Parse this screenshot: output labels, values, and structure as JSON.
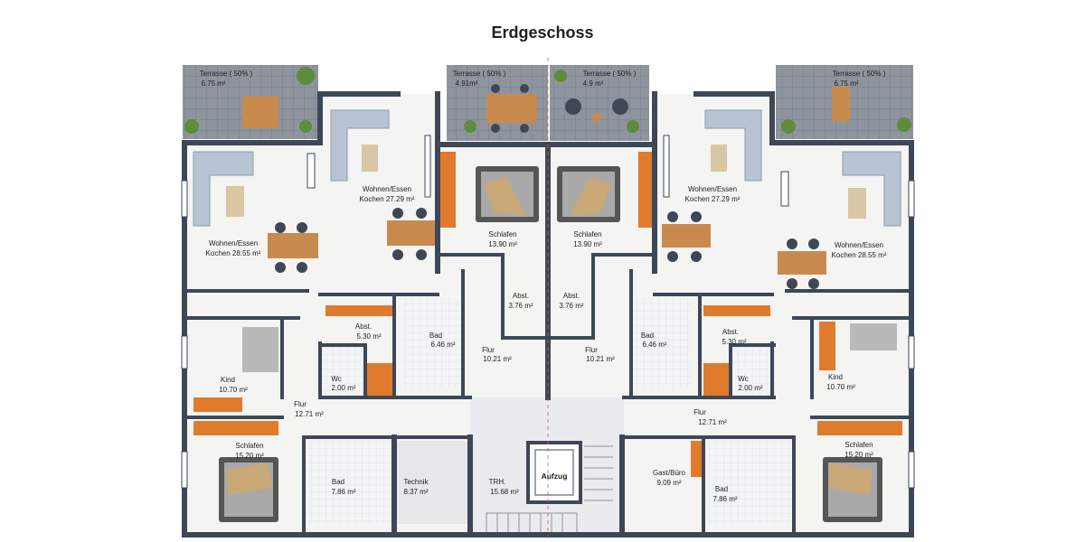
{
  "title": "Erdgeschoss",
  "rooms": [
    {
      "name": "Terrasse ( 50% )",
      "area": "6.75 m²"
    },
    {
      "name": "Terrasse ( 50% )",
      "area": "4.91m²"
    },
    {
      "name": "Terrasse ( 50% )",
      "area": "4.9 m²"
    },
    {
      "name": "Terrasse ( 50% )",
      "area": "6.75 m²"
    },
    {
      "name": "Wohnen/Essen",
      "area": "Kochen 28.55 m²"
    },
    {
      "name": "Wohnen/Essen",
      "area": "Kochen 27.29 m²"
    },
    {
      "name": "Schlafen",
      "area": "13.90 m²"
    },
    {
      "name": "Schlafen",
      "area": "13.90 m²"
    },
    {
      "name": "Wohnen/Essen",
      "area": "Kochen 27.29 m²"
    },
    {
      "name": "Wohnen/Essen",
      "area": "Kochen 28.55 m²"
    },
    {
      "name": "Abst.",
      "area": "3.76 m²"
    },
    {
      "name": "Abst.",
      "area": "3.76 m²"
    },
    {
      "name": "Abst.",
      "area": "5.30 m²"
    },
    {
      "name": "Abst.",
      "area": "5.30 m²"
    },
    {
      "name": "Bad",
      "area": "6.46 m²"
    },
    {
      "name": "Bad",
      "area": "6.46 m²"
    },
    {
      "name": "Flur",
      "area": "10.21 m²"
    },
    {
      "name": "Flur",
      "area": "10.21 m²"
    },
    {
      "name": "Kind",
      "area": "10.70 m²"
    },
    {
      "name": "Kind",
      "area": "10.70 m²"
    },
    {
      "name": "Wc",
      "area": "2.00 m²"
    },
    {
      "name": "Wc",
      "area": "2.00 m²"
    },
    {
      "name": "Flur",
      "area": "12.71 m²"
    },
    {
      "name": "Flur",
      "area": "12.71 m²"
    },
    {
      "name": "Schlafen",
      "area": "15.20 m²"
    },
    {
      "name": "Schlafen",
      "area": "15.20 m²"
    },
    {
      "name": "Bad",
      "area": "7.86 m²"
    },
    {
      "name": "Bad",
      "area": "7.86 m²"
    },
    {
      "name": "Technik",
      "area": "8.37 m²"
    },
    {
      "name": "TRH.",
      "area": "15.68 m²"
    },
    {
      "name": "Gast/Büro",
      "area": "9.09 m²"
    }
  ],
  "elevator_label": "Aufzug",
  "colors": {
    "wall": "#3d4757",
    "floor": "#f4f4f2",
    "terrace": "#8e959e",
    "wood": "#c98a4e",
    "wardrobe": "#e07a2c",
    "sofa": "#b8c4d4",
    "tile": "#eaeef2"
  }
}
